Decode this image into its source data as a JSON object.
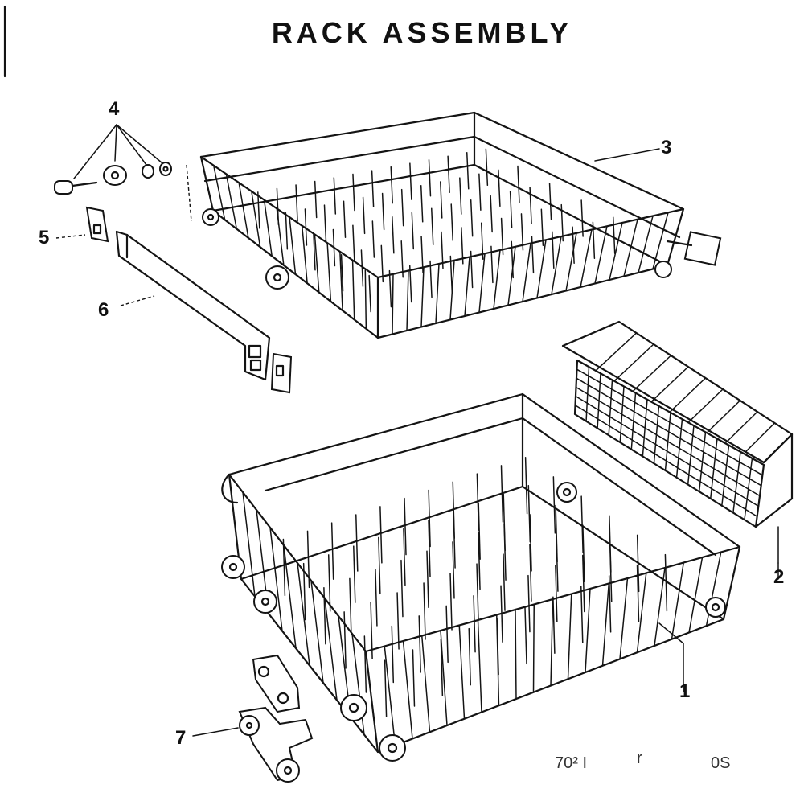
{
  "title": "RACK ASSEMBLY",
  "callouts": {
    "c1": "1",
    "c2": "2",
    "c3": "3",
    "c4": "4",
    "c5": "5",
    "c6": "6",
    "c7": "7"
  },
  "footer": {
    "left": "70² I",
    "mid": "r",
    "right": "0S"
  }
}
